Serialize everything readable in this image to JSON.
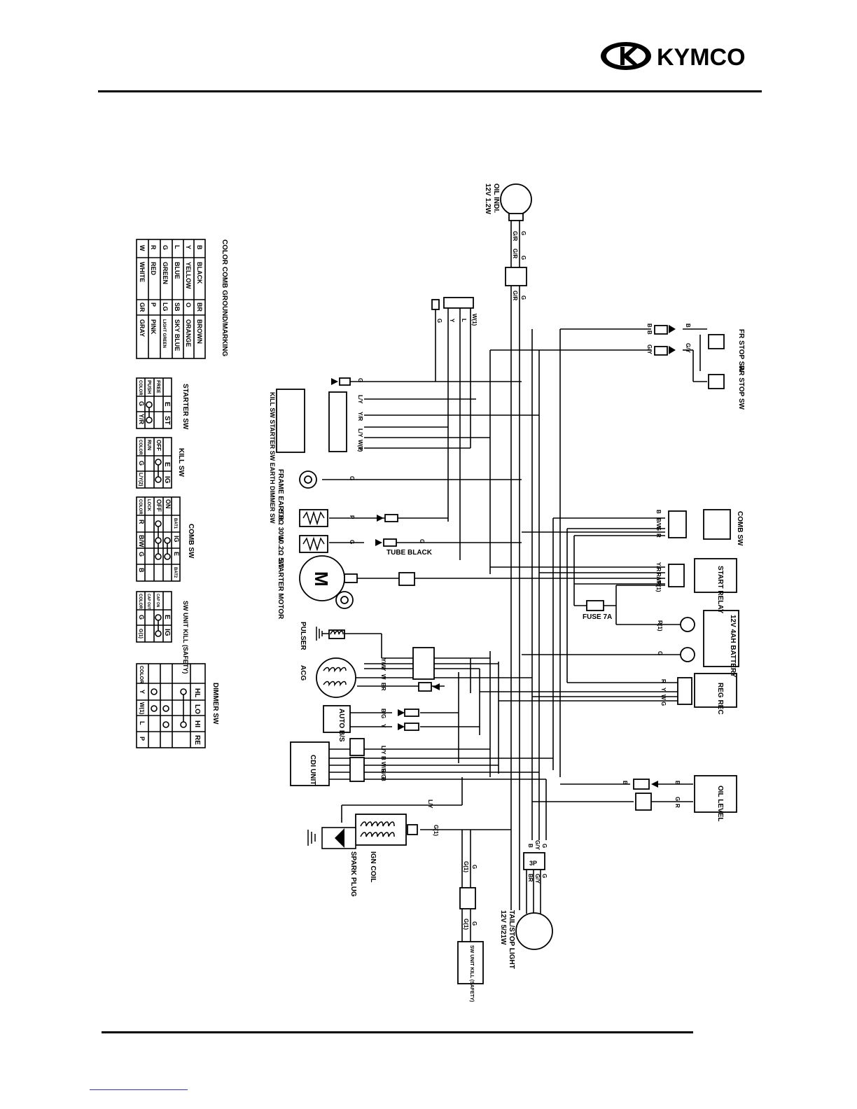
{
  "brand": {
    "name": "KYMCO"
  },
  "color_table": {
    "title": "COLOR COMB GROUND/MARKING",
    "rows": [
      [
        "B",
        "BLACK",
        "BR",
        "BROWN"
      ],
      [
        "Y",
        "YELLOW",
        "O",
        "ORANGE"
      ],
      [
        "L",
        "BLUE",
        "SB",
        "SKY BLUE"
      ],
      [
        "G",
        "GREEN",
        "LG",
        "LIGHT GREEN"
      ],
      [
        "R",
        "RED",
        "P",
        "PINK"
      ],
      [
        "W",
        "WHITE",
        "GR",
        "GRAY"
      ]
    ]
  },
  "switch_tables": {
    "starter": {
      "title": "STARTER SW",
      "header": [
        "",
        "E",
        "ST"
      ],
      "rows": [
        [
          "FREE",
          "",
          ""
        ],
        [
          "PUSH",
          "",
          ""
        ],
        [
          "COLOR",
          "G",
          "Y/R"
        ]
      ]
    },
    "kill": {
      "title": "KILL SW",
      "header": [
        "",
        "E",
        "IG"
      ],
      "rows": [
        [
          "OFF",
          "",
          ""
        ],
        [
          "RUN",
          "",
          ""
        ],
        [
          "COLOR",
          "G",
          "L/Y(2)"
        ]
      ]
    },
    "comb": {
      "title": "COMB SW",
      "header": [
        "",
        "BAT1",
        "IG",
        "E",
        "BAT2"
      ],
      "rows": [
        [
          "ON",
          "",
          "",
          "",
          ""
        ],
        [
          "OFF",
          "",
          "",
          "",
          ""
        ],
        [
          "LOCK",
          "",
          "",
          "",
          ""
        ],
        [
          "COLOR",
          "R",
          "B/W",
          "G",
          "B"
        ]
      ]
    },
    "sw_unit_kill": {
      "title": "SW UNIT KILL (SAFETY)",
      "header": [
        "",
        "E",
        "IG"
      ],
      "rows": [
        [
          "CAP ON",
          "",
          ""
        ],
        [
          "CAP OUT",
          "",
          ""
        ],
        [
          "COLOR",
          "G",
          "G(1)"
        ]
      ]
    },
    "dimmer": {
      "title": "DIMMER SW",
      "header": [
        "",
        "HL",
        "LO",
        "HI",
        "RE"
      ],
      "rows": [
        [
          "",
          "",
          "",
          "",
          ""
        ],
        [
          "",
          "",
          "",
          "",
          ""
        ],
        [
          "",
          "",
          "",
          "",
          ""
        ],
        [
          "COLOR",
          "Y",
          "W(1)",
          "L",
          "P"
        ]
      ]
    }
  },
  "components": {
    "oil_indi": "OIL INDI.",
    "oil_indi_rating": "12V 1.2W",
    "fr_stop_sw": "FR STOP SW",
    "rr_stop_sw": "RR STOP SW",
    "handle_sw": "KILL SW STARTER SW EARTH DIMMER SW",
    "frame_earth": "FRAME EARTH",
    "resistor_1": "5.9Ω 30W",
    "resistor_2": "10.2Ω 5W",
    "tube_black": "TUBE BLACK",
    "comb_sw": "COMB SW",
    "start_relay": "START RELAY",
    "starter_motor": "STARTER MOTOR",
    "motor_letter": "M",
    "fuse": "FUSE 7A",
    "battery": "12V 4AH BATTERY",
    "pulser": "PULSER",
    "acg": "ACG",
    "reg_rec": "REG REC",
    "auto_bs": "AUTO B/S",
    "cdi_unit": "CDI UNIT",
    "oil_level": "OIL LEVEL",
    "ign_coil": "IGN COIL",
    "spark_plug": "SPARK PLUG",
    "tail_stop": "TAIL/STOP LIGHT",
    "tail_stop_rating": "12V 5/21W",
    "sw_unit_kill": "SW UNIT KILL (SAFETY)",
    "connector_3p": "3P"
  },
  "wire_labels": {
    "G": "G",
    "B": "B",
    "R": "R",
    "Y": "Y",
    "P": "P",
    "L": "L",
    "W": "W",
    "GR": "G/R",
    "GY": "G/Y",
    "BR": "BR",
    "BW": "B/W",
    "YR": "Y/R",
    "LY": "L/Y",
    "YW": "Y/W",
    "G1": "G(1)",
    "R1": "R(1)",
    "W1": "W(1)",
    "LY1": "L/Y(1)",
    "WR": "W/R",
    "BG": "B/G",
    "RW": "R/W"
  }
}
